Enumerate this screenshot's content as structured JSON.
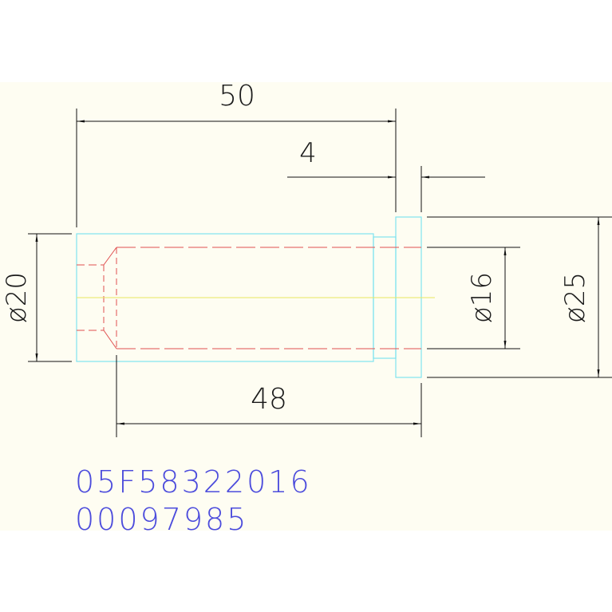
{
  "drawing": {
    "dimensions": {
      "overall_length": "50",
      "collar_width": "4",
      "bore_length": "48",
      "body_diameter": "ø20",
      "bore_diameter": "ø16",
      "collar_diameter": "ø25"
    },
    "labels": {
      "part_code": "05F58322016",
      "serial": "00097985"
    },
    "colors": {
      "outline": "#7fe3ef",
      "hidden": "#e05050",
      "centerline": "#e8e860",
      "dimension": "#111111",
      "label_text": "#4c4cdc",
      "sheet": "#fefdf2"
    }
  }
}
